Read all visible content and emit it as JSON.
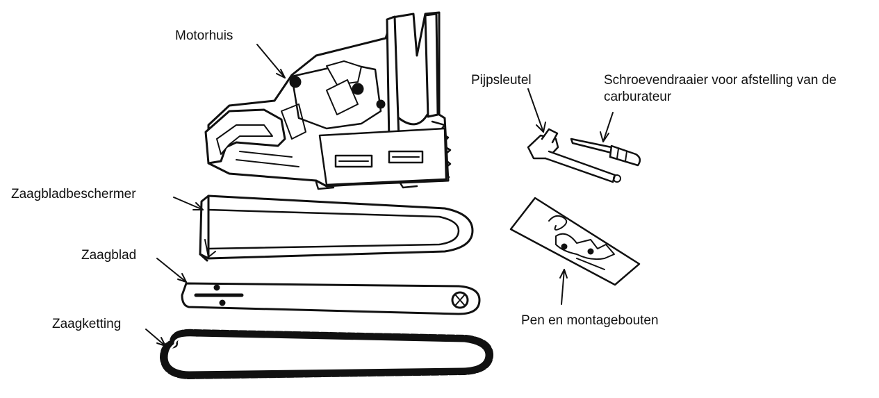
{
  "diagram": {
    "labels": {
      "motorhuis": "Motorhuis",
      "pijpsleutel": "Pijpsleutel",
      "schroevendraaier": "Schroevendraaier voor afstelling van de carburateur",
      "zaagbladbeschermer": "Zaagbladbeschermer",
      "zaagblad": "Zaagblad",
      "zaagketting": "Zaagketting",
      "pen": "Pen en montagebouten"
    },
    "colors": {
      "ink": "#111111",
      "paper": "#ffffff"
    }
  }
}
